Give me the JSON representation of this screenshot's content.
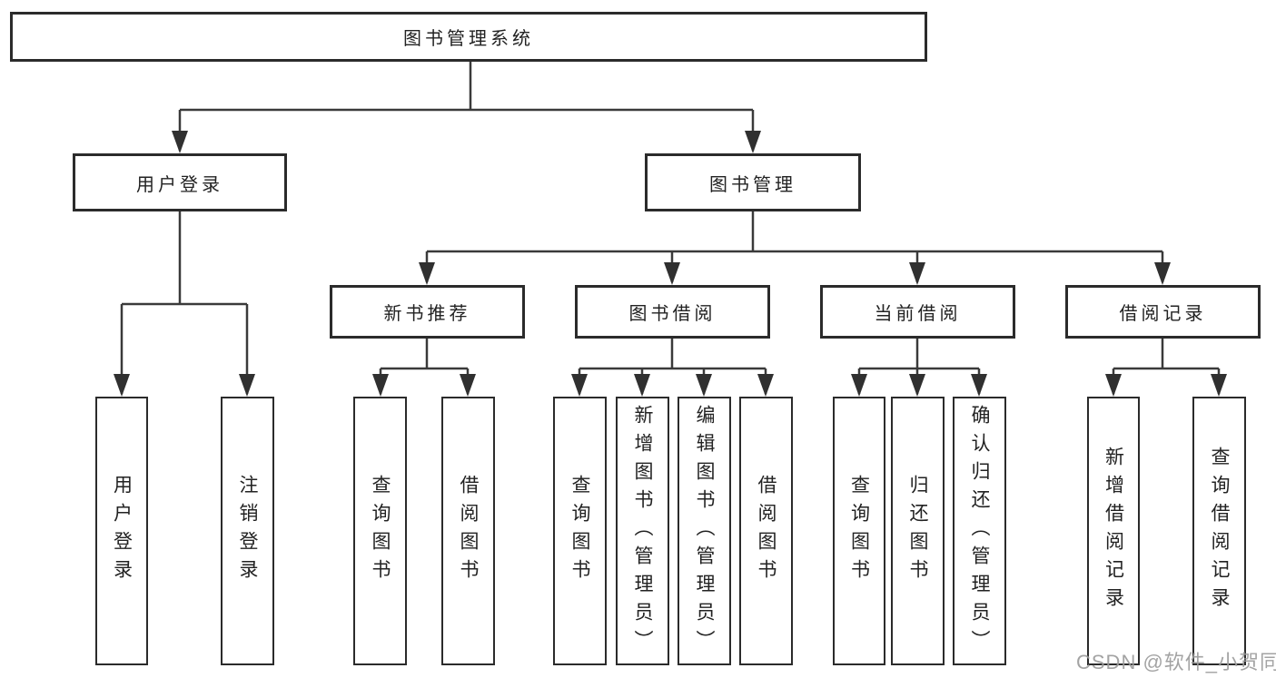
{
  "diagram": {
    "root": {
      "label": "图书管理系统"
    },
    "children": [
      {
        "label": "用户登录",
        "children": [
          {
            "label": "用户登录"
          },
          {
            "label": "注销登录"
          }
        ]
      },
      {
        "label": "图书管理",
        "children": [
          {
            "label": "新书推荐",
            "children": [
              {
                "label": "查询图书"
              },
              {
                "label": "借阅图书"
              }
            ]
          },
          {
            "label": "图书借阅",
            "children": [
              {
                "label": "查询图书"
              },
              {
                "label": "新增图书（管理员）"
              },
              {
                "label": "编辑图书（管理员）"
              },
              {
                "label": "借阅图书"
              }
            ]
          },
          {
            "label": "当前借阅",
            "children": [
              {
                "label": "查询图书"
              },
              {
                "label": "归还图书"
              },
              {
                "label": "确认归还（管理员）"
              }
            ]
          },
          {
            "label": "借阅记录",
            "children": [
              {
                "label": "新增借阅记录"
              },
              {
                "label": "查询借阅记录"
              }
            ]
          }
        ]
      }
    ]
  },
  "watermark": {
    "text": "CSDN @软件_小贺同学"
  },
  "colors": {
    "background": "#ffffff",
    "line": "#3a3a3a",
    "arrow": "#303030",
    "box_border": "#2b2b2b",
    "text": "#222222",
    "watermark": "#9b9b9b"
  }
}
